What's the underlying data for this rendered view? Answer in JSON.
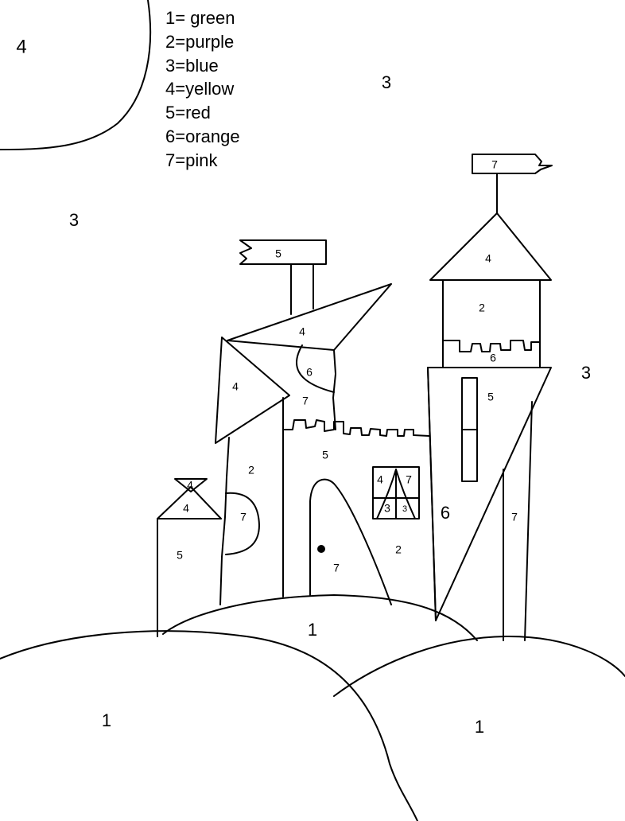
{
  "legend": [
    "1= green",
    "2=purple",
    "3=blue",
    "4=yellow",
    "5=red",
    "6=orange",
    "7=pink"
  ],
  "regions": {
    "sun": "4",
    "sky_top": "3",
    "sky_left": "3",
    "sky_right": "3",
    "flag_right_tower": "7",
    "flag_left_tower": "5",
    "right_tower_roof": "4",
    "right_tower_upper": "2",
    "right_tower_band": "6",
    "right_tower_window": "5",
    "right_tower_wall": "6",
    "right_tower_support": "7",
    "main_roof": "4",
    "main_roof_flap": "6",
    "main_gable": "7",
    "left_spire": "4",
    "left_tower_wall": "2",
    "left_tower_door": "7",
    "main_wall": "5",
    "main_wall_right": "2",
    "main_door": "7",
    "window_top_left": "4",
    "window_top_right": "7",
    "window_bottom_left": "3",
    "window_bottom_right": "3",
    "small_tower_top": "4",
    "small_tower_roof": "4",
    "small_tower_wall": "5",
    "hill_center": "1",
    "hill_left": "1",
    "hill_right": "1"
  }
}
